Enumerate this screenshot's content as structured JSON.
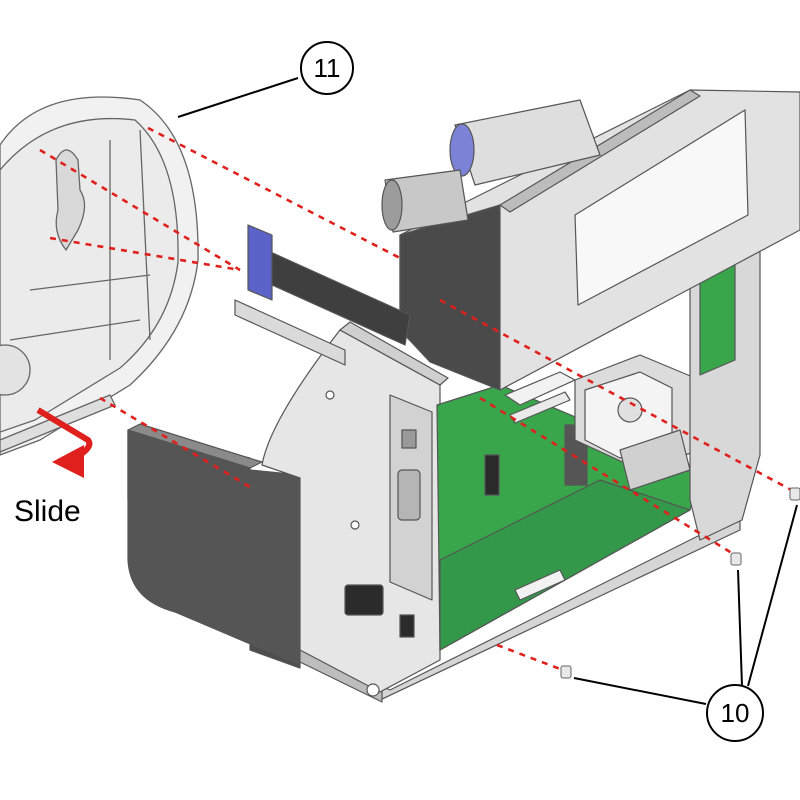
{
  "labels": {
    "cover_callout": "11",
    "screw_callout": "10",
    "slide": "Slide"
  },
  "colors": {
    "guide_line": "#e0201c",
    "slide_arrow": "#e0201c",
    "pcb": "#3aa64b",
    "pcb_dark": "#2f8a3d",
    "frame_light": "#e9e9e9",
    "frame_mid": "#c9c9c9",
    "frame_dark": "#4a4a4a",
    "cover": "#f1f1f1",
    "guide_blue": "#5b63c8",
    "outline": "#555555"
  },
  "icons": {
    "slide_direction": "curved-arrow-down-left-icon",
    "callout_shape": "circle-callout-icon"
  }
}
